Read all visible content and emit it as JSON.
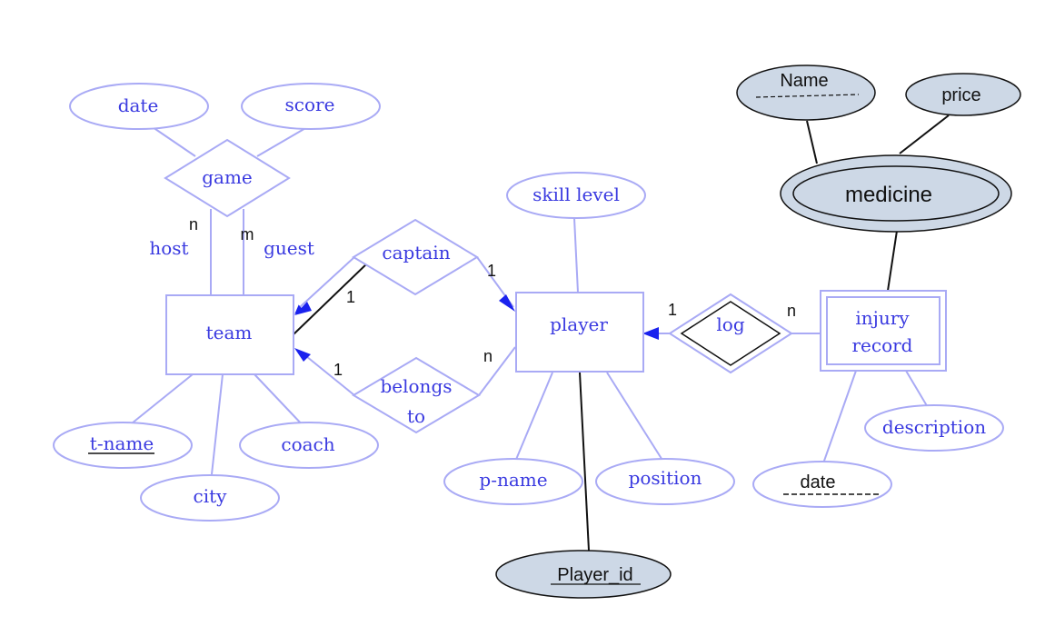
{
  "entities": {
    "team": "team",
    "player": "player",
    "injury_record_line1": "injury",
    "injury_record_line2": "record",
    "medicine": "medicine"
  },
  "relationships": {
    "game": "game",
    "captain": "captain",
    "belongs_to_line1": "belongs",
    "belongs_to_line2": "to",
    "log": "log"
  },
  "attributes": {
    "date": "date",
    "score": "score",
    "t_name": "t-name",
    "city": "city",
    "coach": "coach",
    "skill_level": "skill level",
    "p_name": "p-name",
    "position": "position",
    "player_id": "Player_id",
    "injury_date": "date",
    "description": "description",
    "med_name": "Name",
    "price": "price"
  },
  "roles": {
    "host": "host",
    "guest": "guest"
  },
  "cardinalities": {
    "game_host": "n",
    "game_guest": "m",
    "captain_team": "1",
    "captain_player": "1",
    "belongs_team": "1",
    "belongs_player": "n",
    "log_player": "1",
    "log_injury": "n"
  },
  "colors": {
    "outline": "#a9aaf5",
    "text_blue": "#3a3ae0",
    "arrow": "#1a22ee",
    "fill_gray": "#cdd8e6",
    "black": "#111111"
  }
}
